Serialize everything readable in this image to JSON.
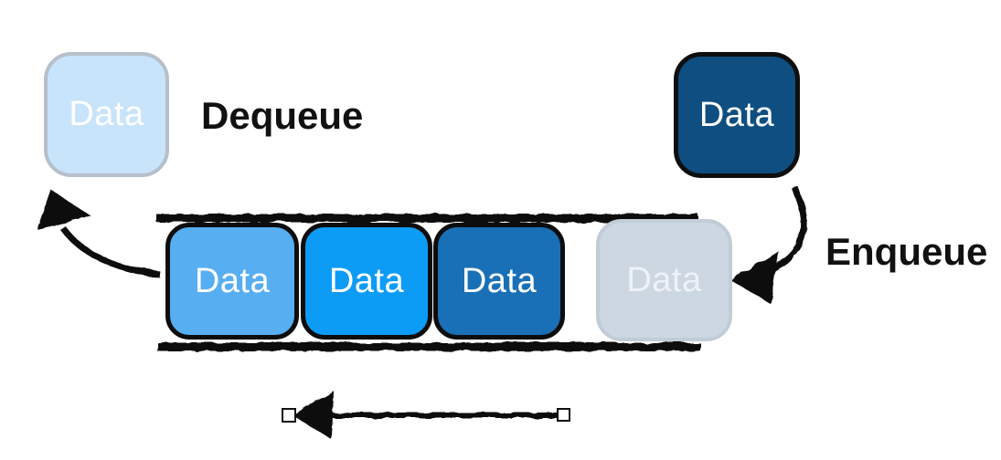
{
  "colors": {
    "background": "#ffffff",
    "ink": "#111111"
  },
  "labels": {
    "dequeue": "Dequeue",
    "enqueue": "Enqueue"
  },
  "dequeued_box": {
    "label": "Data",
    "fill": "#c8e4fb",
    "border": "#b6c0ca",
    "text_color": "#ffffff"
  },
  "incoming_box": {
    "label": "Data",
    "fill": "#0f4e80",
    "border": "#0f0f0f",
    "text_color": "#ffffff"
  },
  "queue": {
    "items": [
      {
        "label": "Data",
        "fill": "#57aef1",
        "border": "#0d0d0d",
        "text_color": "#ffffff"
      },
      {
        "label": "Data",
        "fill": "#0d9cf5",
        "border": "#0d0d0d",
        "text_color": "#ffffff"
      },
      {
        "label": "Data",
        "fill": "#1a70b6",
        "border": "#0d0d0d",
        "text_color": "#ffffff"
      },
      {
        "label": "Data",
        "fill": "#ccd7e2",
        "border": "#c2ccd6",
        "text_color": "#eef2f7"
      }
    ]
  }
}
